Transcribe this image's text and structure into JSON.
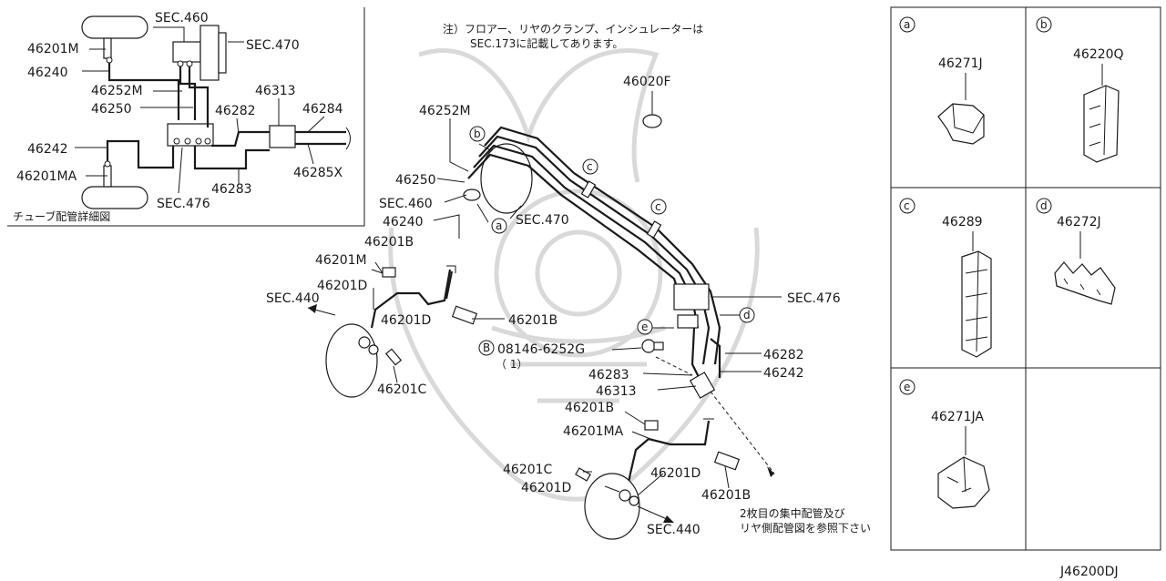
{
  "diagram_id": "J46200DJ",
  "inset": {
    "caption": "チューブ配管詳細図",
    "labels": {
      "sec460": "SEC.460",
      "sec470": "SEC.470",
      "m46201M": "46201M",
      "m46240": "46240",
      "m46252M": "46252M",
      "m46250": "46250",
      "m46313": "46313",
      "m46282": "46282",
      "m46284": "46284",
      "m46242": "46242",
      "m46201MA": "46201MA",
      "m46283": "46283",
      "m46285X": "46285X",
      "sec476": "SEC.476"
    }
  },
  "note": {
    "line1": "注）フロアー、リヤのクランプ、インシュレーターは",
    "line2": "SEC.173に記載してあります。"
  },
  "main": {
    "labels": {
      "p46020F": "46020F",
      "p46252M": "46252M",
      "p46250": "46250",
      "sec460": "SEC.460",
      "p46240": "46240",
      "sec470": "SEC.470",
      "p46201B_a": "46201B",
      "p46201M": "46201M",
      "p46201D_a": "46201D",
      "sec440_a": "SEC.440",
      "p46201D_b": "46201D",
      "p46201B_b": "46201B",
      "p46201C_a": "46201C",
      "sec476": "SEC.476",
      "bolt": "08146-6252G",
      "bolt_qty": "（ 1）",
      "bolt_mark": "B",
      "p46282": "46282",
      "p46242": "46242",
      "p46283": "46283",
      "p46313": "46313",
      "p46201B_c": "46201B",
      "p46201MA": "46201MA",
      "p46201C_b": "46201C",
      "p46201D_c": "46201D",
      "p46201D_d": "46201D",
      "p46201B_d": "46201B",
      "sec440_b": "SEC.440",
      "rear_note1": "2枚目の集中配管及び",
      "rear_note2": "リヤ側配管図を参照下さい"
    },
    "callouts": {
      "a": "a",
      "b": "b",
      "c": "c",
      "d": "d",
      "e": "e"
    }
  },
  "parts_grid": [
    {
      "letter": "a",
      "part": "46271J"
    },
    {
      "letter": "b",
      "part": "46220Q"
    },
    {
      "letter": "c",
      "part": "46289"
    },
    {
      "letter": "d",
      "part": "46272J"
    },
    {
      "letter": "e",
      "part": "46271JA"
    }
  ]
}
